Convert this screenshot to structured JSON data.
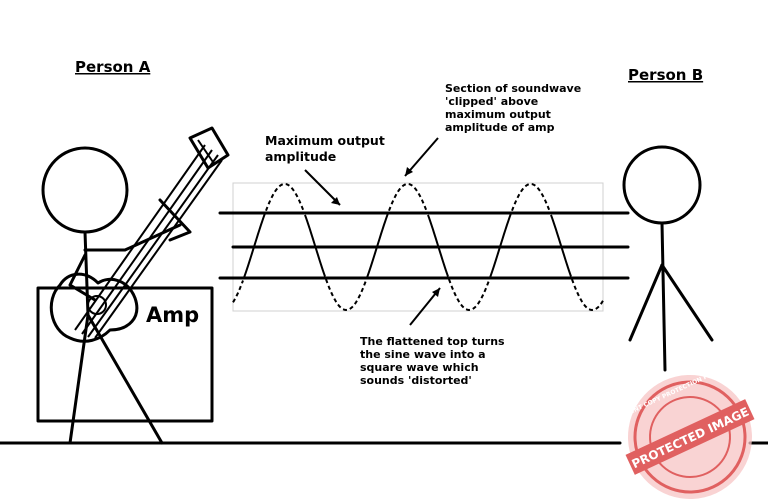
{
  "labels": {
    "person_a": "Person A",
    "person_b": "Person B",
    "amp": "Amp",
    "max_output": [
      "Maximum output",
      "amplitude"
    ],
    "clipped_note": [
      "Section of soundwave",
      "'clipped' above",
      "maximum output",
      "amplitude of amp"
    ],
    "flattened_note": [
      "The flattened top turns",
      "the sine wave into a",
      "square wave which",
      "sounds 'distorted'"
    ]
  },
  "watermark": {
    "text": "PROTECTED IMAGE",
    "ring_text": "CONTENT COPY PROTECTION PLUGIN",
    "color": "#e06060"
  },
  "colors": {
    "ink": "#000000",
    "background": "#ffffff"
  }
}
